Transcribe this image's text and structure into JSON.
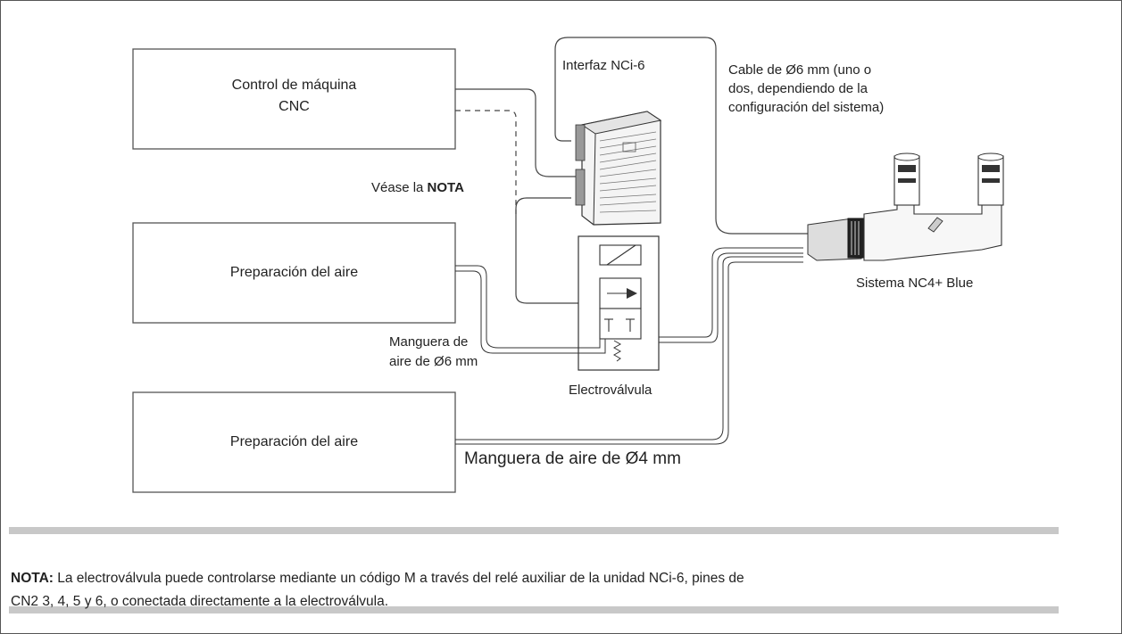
{
  "boxes": {
    "cnc_line1": "Control de máquina",
    "cnc_line2": "CNC",
    "air_prep_1": "Preparación del aire",
    "air_prep_2": "Preparación del aire"
  },
  "labels": {
    "interface": "Interfaz NCi-6",
    "cable_line1": "Cable de Ø6 mm (uno o",
    "cable_line2": "dos, dependiendo de la",
    "cable_line3": "configuración del sistema)",
    "see_prefix": "Véase la ",
    "see_bold": "NOTA",
    "system": "Sistema NC4+ Blue",
    "hose6_line1": "Manguera de",
    "hose6_line2": "aire de Ø6 mm",
    "valve": "Electroválvula",
    "hose4": "Manguera de aire de Ø4 mm"
  },
  "note": {
    "prefix": "NOTA:",
    "text": " La electroválvula puede controlarse mediante un código M a través del relé auxiliar de la unidad NCi-6, pines de",
    "text2": "CN2 3, 4, 5 y 6, o conectada directamente a la electroválvula."
  }
}
